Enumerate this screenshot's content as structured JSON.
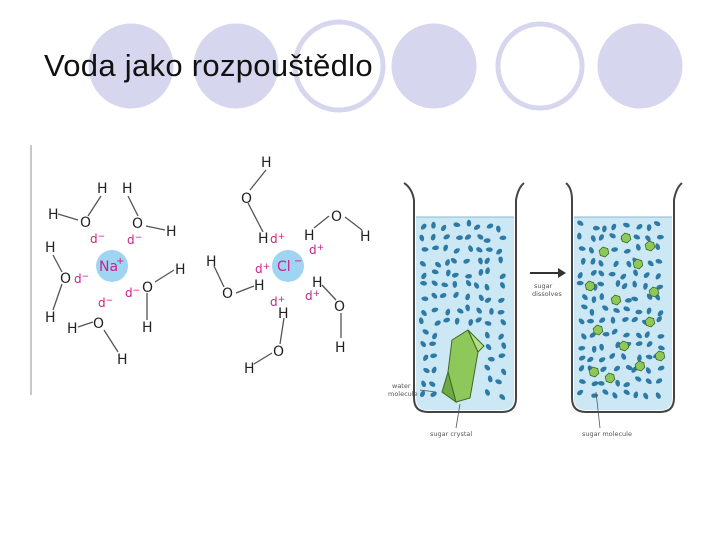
{
  "slide": {
    "title": "Voda jako rozpouštědlo",
    "accent_color": "#d6d6ef"
  },
  "sodium_panel": {
    "ion_label": "Na",
    "ion_charge": "+",
    "hydrogen": "H",
    "oxygen": "O",
    "partial": "d",
    "partial_minus": "−",
    "partial_plus": "+"
  },
  "chloride_panel": {
    "ion_label": "Cl",
    "ion_charge": "−",
    "hydrogen": "H",
    "oxygen": "O",
    "partial": "d",
    "partial_plus": "+"
  },
  "sugar_panel": {
    "arrow_label_line1": "sugar",
    "arrow_label_line2": "dissolves",
    "water_label_line1": "water",
    "water_label_line2": "molecule",
    "crystal_label": "sugar crystal",
    "molecule_label": "sugar molecule",
    "water_color": "#cce8f4",
    "sugar_color": "#8fc85a"
  }
}
